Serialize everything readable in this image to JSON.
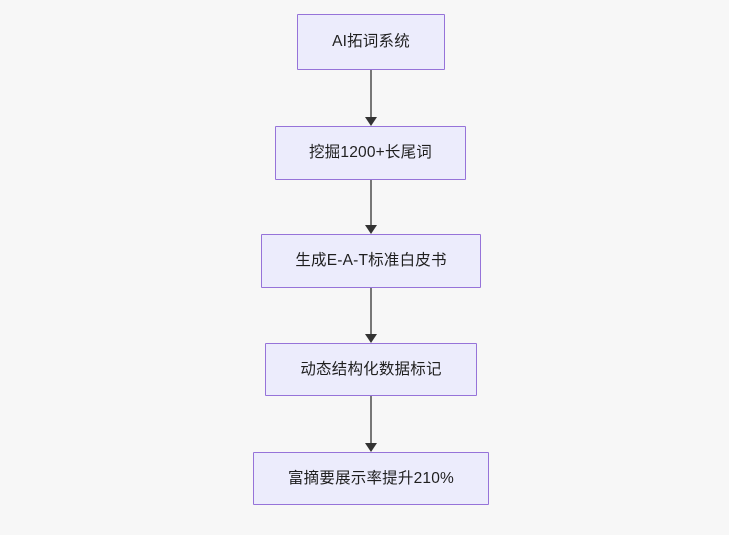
{
  "diagram": {
    "type": "flowchart",
    "direction": "top-to-bottom",
    "background_color": "#f7f7f7",
    "node_fill_color": "#ececfc",
    "node_border_color": "#9673d9",
    "node_text_color": "#1f1f1f",
    "edge_line_color": "#777777",
    "edge_arrow_color": "#333333",
    "nodes": [
      {
        "id": "n1",
        "label": "AI拓词系统"
      },
      {
        "id": "n2",
        "label": "挖掘1200+长尾词"
      },
      {
        "id": "n3",
        "label": "生成E-A-T标准白皮书"
      },
      {
        "id": "n4",
        "label": "动态结构化数据标记"
      },
      {
        "id": "n5",
        "label": "富摘要展示率提升210%"
      }
    ],
    "edges": [
      {
        "from": "n1",
        "to": "n2",
        "label": ""
      },
      {
        "from": "n2",
        "to": "n3",
        "label": ""
      },
      {
        "from": "n3",
        "to": "n4",
        "label": ""
      },
      {
        "from": "n4",
        "to": "n5",
        "label": ""
      }
    ]
  }
}
